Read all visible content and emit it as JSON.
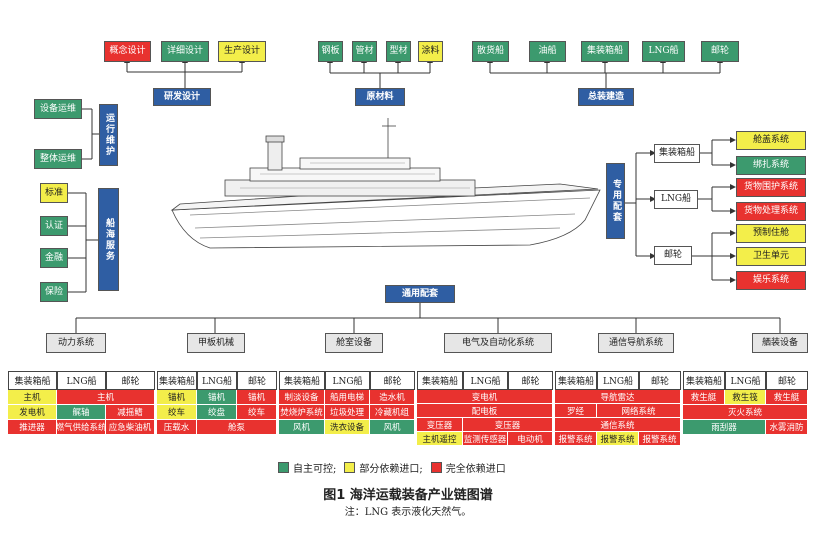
{
  "top": {
    "rd_items": [
      "概念设计",
      "详细设计",
      "生产设计"
    ],
    "rd_label": "研发设计",
    "mat_items": [
      "钢板",
      "管材",
      "型材",
      "涂料"
    ],
    "mat_label": "原材料",
    "asm_items": [
      "散货船",
      "油船",
      "集装箱船",
      "LNG船",
      "邮轮"
    ],
    "asm_label": "总装建造"
  },
  "left": {
    "ops_label": "运行维护",
    "ops_items": [
      "设备运维",
      "整体运维"
    ],
    "svc_label": "船海服务",
    "svc_items": [
      "标准",
      "认证",
      "金融",
      "保险"
    ]
  },
  "right": {
    "spec_label": "专用配套",
    "groups": [
      {
        "name": "集装箱船",
        "items": [
          "舱盖系统",
          "绑扎系统"
        ]
      },
      {
        "name": "LNG船",
        "items": [
          "货物围护系统",
          "货物处理系统"
        ]
      },
      {
        "name": "邮轮",
        "items": [
          "预制住舱",
          "卫生单元",
          "娱乐系统"
        ]
      }
    ]
  },
  "common": {
    "label": "通用配套",
    "systems": [
      "动力系统",
      "甲板机械",
      "舱室设备",
      "电气及自动化系统",
      "通信导航系统",
      "舾装设备"
    ]
  },
  "matrix": {
    "headers": [
      "集装箱船",
      "LNG船",
      "邮轮"
    ],
    "s1": {
      "r1": [
        "主机",
        "主机"
      ],
      "r2": [
        "发电机",
        "艉轴",
        "减摇鳍"
      ],
      "r3": [
        "推进器",
        "燃气供给系统",
        "应急柴油机"
      ]
    },
    "s2": {
      "r1": [
        "锚机",
        "锚机",
        "锚机"
      ],
      "r2": [
        "绞车",
        "绞盘",
        "绞车"
      ],
      "r3": [
        "压载水",
        "舱泵"
      ]
    },
    "s3": {
      "r1": [
        "制淡设备",
        "船用电梯",
        "造水机"
      ],
      "r2": [
        "焚烧炉系统",
        "垃圾处理",
        "冷藏机组"
      ],
      "r3": [
        "风机",
        "洗衣设备",
        "风机"
      ]
    },
    "s4": {
      "r1": [
        "变电机"
      ],
      "r2": [
        "配电板"
      ],
      "r3": [
        "变压器",
        "变压器"
      ],
      "r4": [
        "主机遥控",
        "监测传感器",
        "电动机"
      ]
    },
    "s5": {
      "r1": [
        "导航雷达"
      ],
      "r2": [
        "罗经",
        "网络系统"
      ],
      "r3": [
        "通信系统"
      ],
      "r4": [
        "报警系统",
        "报警系统",
        "报警系统"
      ]
    },
    "s6": {
      "r1": [
        "救生艇",
        "救生筏",
        "救生艇"
      ],
      "r2": [
        "灭火系统"
      ],
      "r3": [
        "雨刮器",
        "水雾消防"
      ]
    }
  },
  "legend": {
    "items": [
      {
        "label": "自主可控;",
        "color": "#3c9a6e"
      },
      {
        "label": "部分依赖进口;",
        "color": "#f3ee4a"
      },
      {
        "label": "完全依赖进口",
        "color": "#e8322f"
      }
    ]
  },
  "caption": {
    "title": "图1   海洋运载装备产业链图谱",
    "note": "注：LNG 表示液化天然气。"
  }
}
